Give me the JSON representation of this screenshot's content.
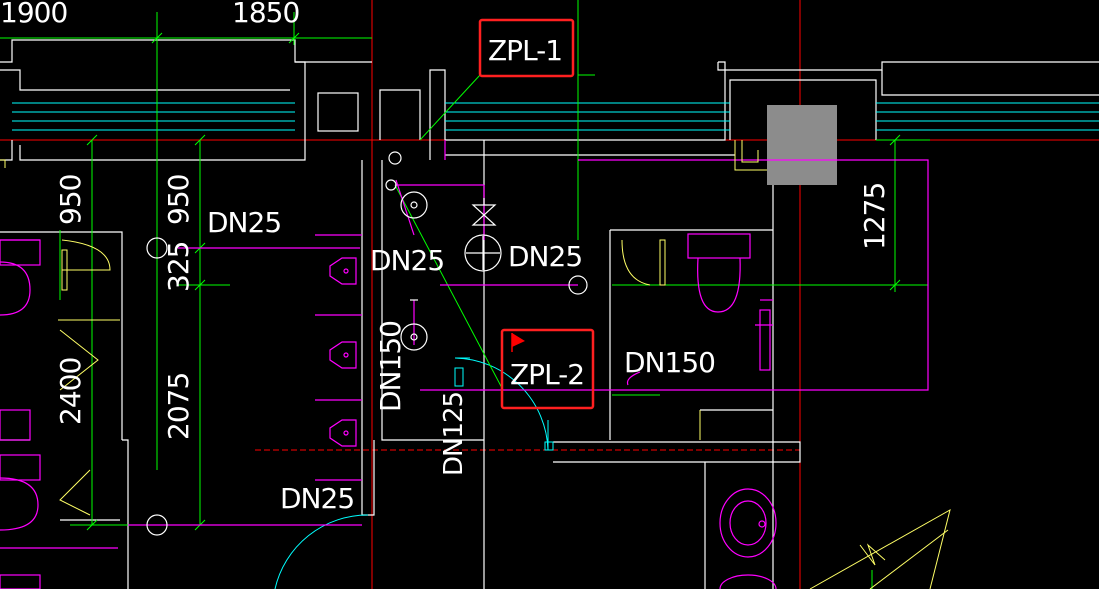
{
  "drawing": {
    "background": "#000000",
    "layers": {
      "wall": "#ffffff",
      "dim": "#00ff00",
      "cyan": "#00ffff",
      "magenta": "#ff00ff",
      "axis": "#ff0000",
      "yellow": "#ffff66",
      "highlight": "#ff2020",
      "column": "#8c8c8c"
    }
  },
  "dimensions": {
    "top_left": "1900",
    "top_right": "1850",
    "left_950_a": "950",
    "left_950_b": "950",
    "left_325": "325",
    "left_2400": "2400",
    "left_2075": "2075",
    "right_1275": "1275"
  },
  "pipes": {
    "dn25_top": "DN25",
    "dn25_mid": "DN25",
    "dn25_valve": "DN25",
    "dn25_bottom": "DN25",
    "dn150_vertical": "DN150",
    "dn150_right": "DN150",
    "dn125": "DN125"
  },
  "tags": {
    "zpl1": "ZPL-1",
    "zpl2": "ZPL-2"
  }
}
